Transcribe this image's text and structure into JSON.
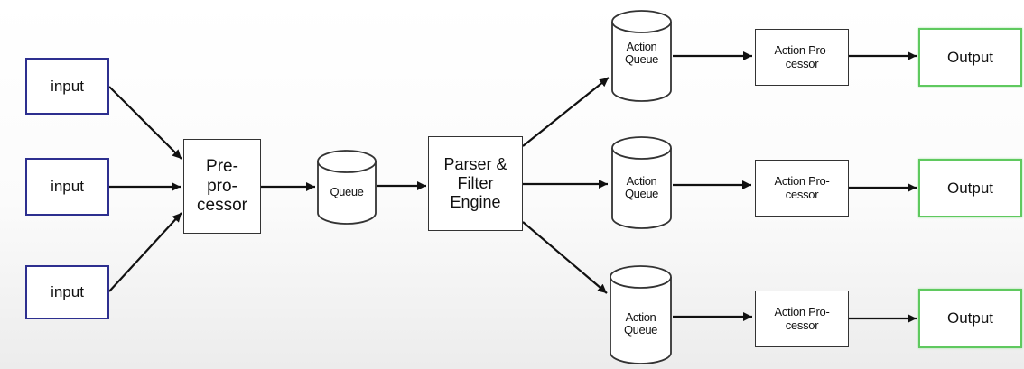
{
  "diagram": {
    "inputs": [
      "input",
      "input",
      "input"
    ],
    "preprocessor": "Pre-\npro-\ncessor",
    "queue": "Queue",
    "parser": "Parser &\nFilter\nEngine",
    "action_queues": [
      "Action\nQueue",
      "Action\nQueue",
      "Action\nQueue"
    ],
    "action_processors": [
      "Action Pro-\ncessor",
      "Action Pro-\ncessor",
      "Action Pro-\ncessor"
    ],
    "outputs": [
      "Output",
      "Output",
      "Output"
    ],
    "colors": {
      "input_border": "#2d2f8f",
      "output_border": "#5fc95f",
      "line": "#111111"
    }
  }
}
